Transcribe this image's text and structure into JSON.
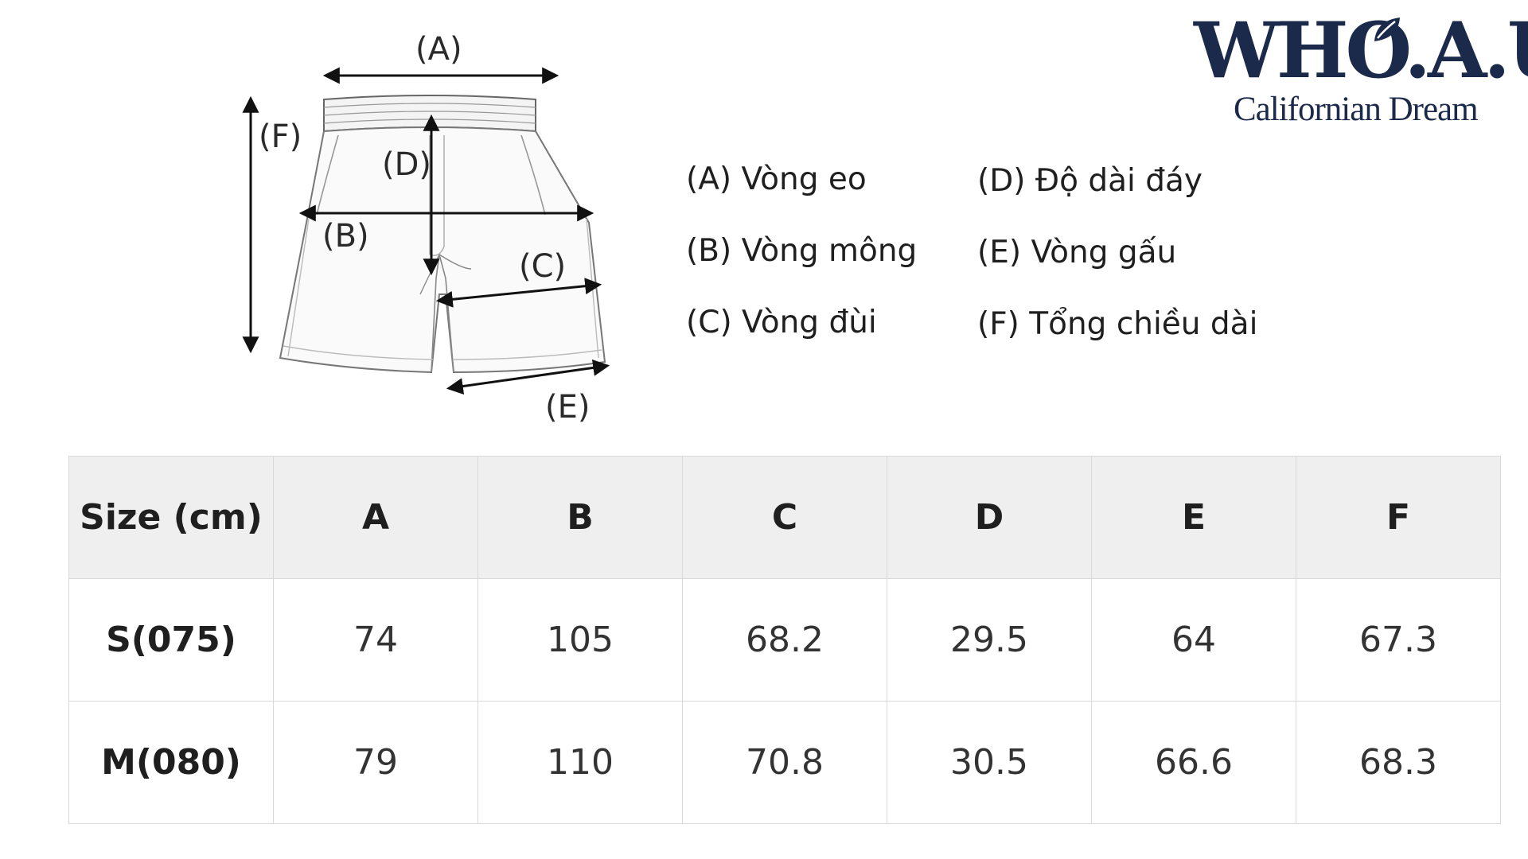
{
  "brand": {
    "logo_text": "WHO.A.U",
    "tagline": "Californian Dream",
    "color": "#1b2a4a"
  },
  "diagram": {
    "labels": {
      "a": "(A)",
      "b": "(B)",
      "c": "(C)",
      "d": "(D)",
      "e": "(E)",
      "f": "(F)"
    }
  },
  "legend": {
    "items": [
      "(A) Vòng eo",
      "(B) Vòng mông",
      "(C) Vòng đùi",
      "(D) Độ dài đáy",
      "(E) Vòng gấu",
      "(F) Tổng chiều dài"
    ]
  },
  "table": {
    "headers": [
      "Size (cm)",
      "A",
      "B",
      "C",
      "D",
      "E",
      "F"
    ],
    "rows": [
      {
        "size": "S(075)",
        "values": [
          "74",
          "105",
          "68.2",
          "29.5",
          "64",
          "67.3"
        ]
      },
      {
        "size": "M(080)",
        "values": [
          "79",
          "110",
          "70.8",
          "30.5",
          "66.6",
          "68.3"
        ]
      }
    ],
    "header_bg": "#efefef",
    "border_color": "#d9d9d9"
  }
}
